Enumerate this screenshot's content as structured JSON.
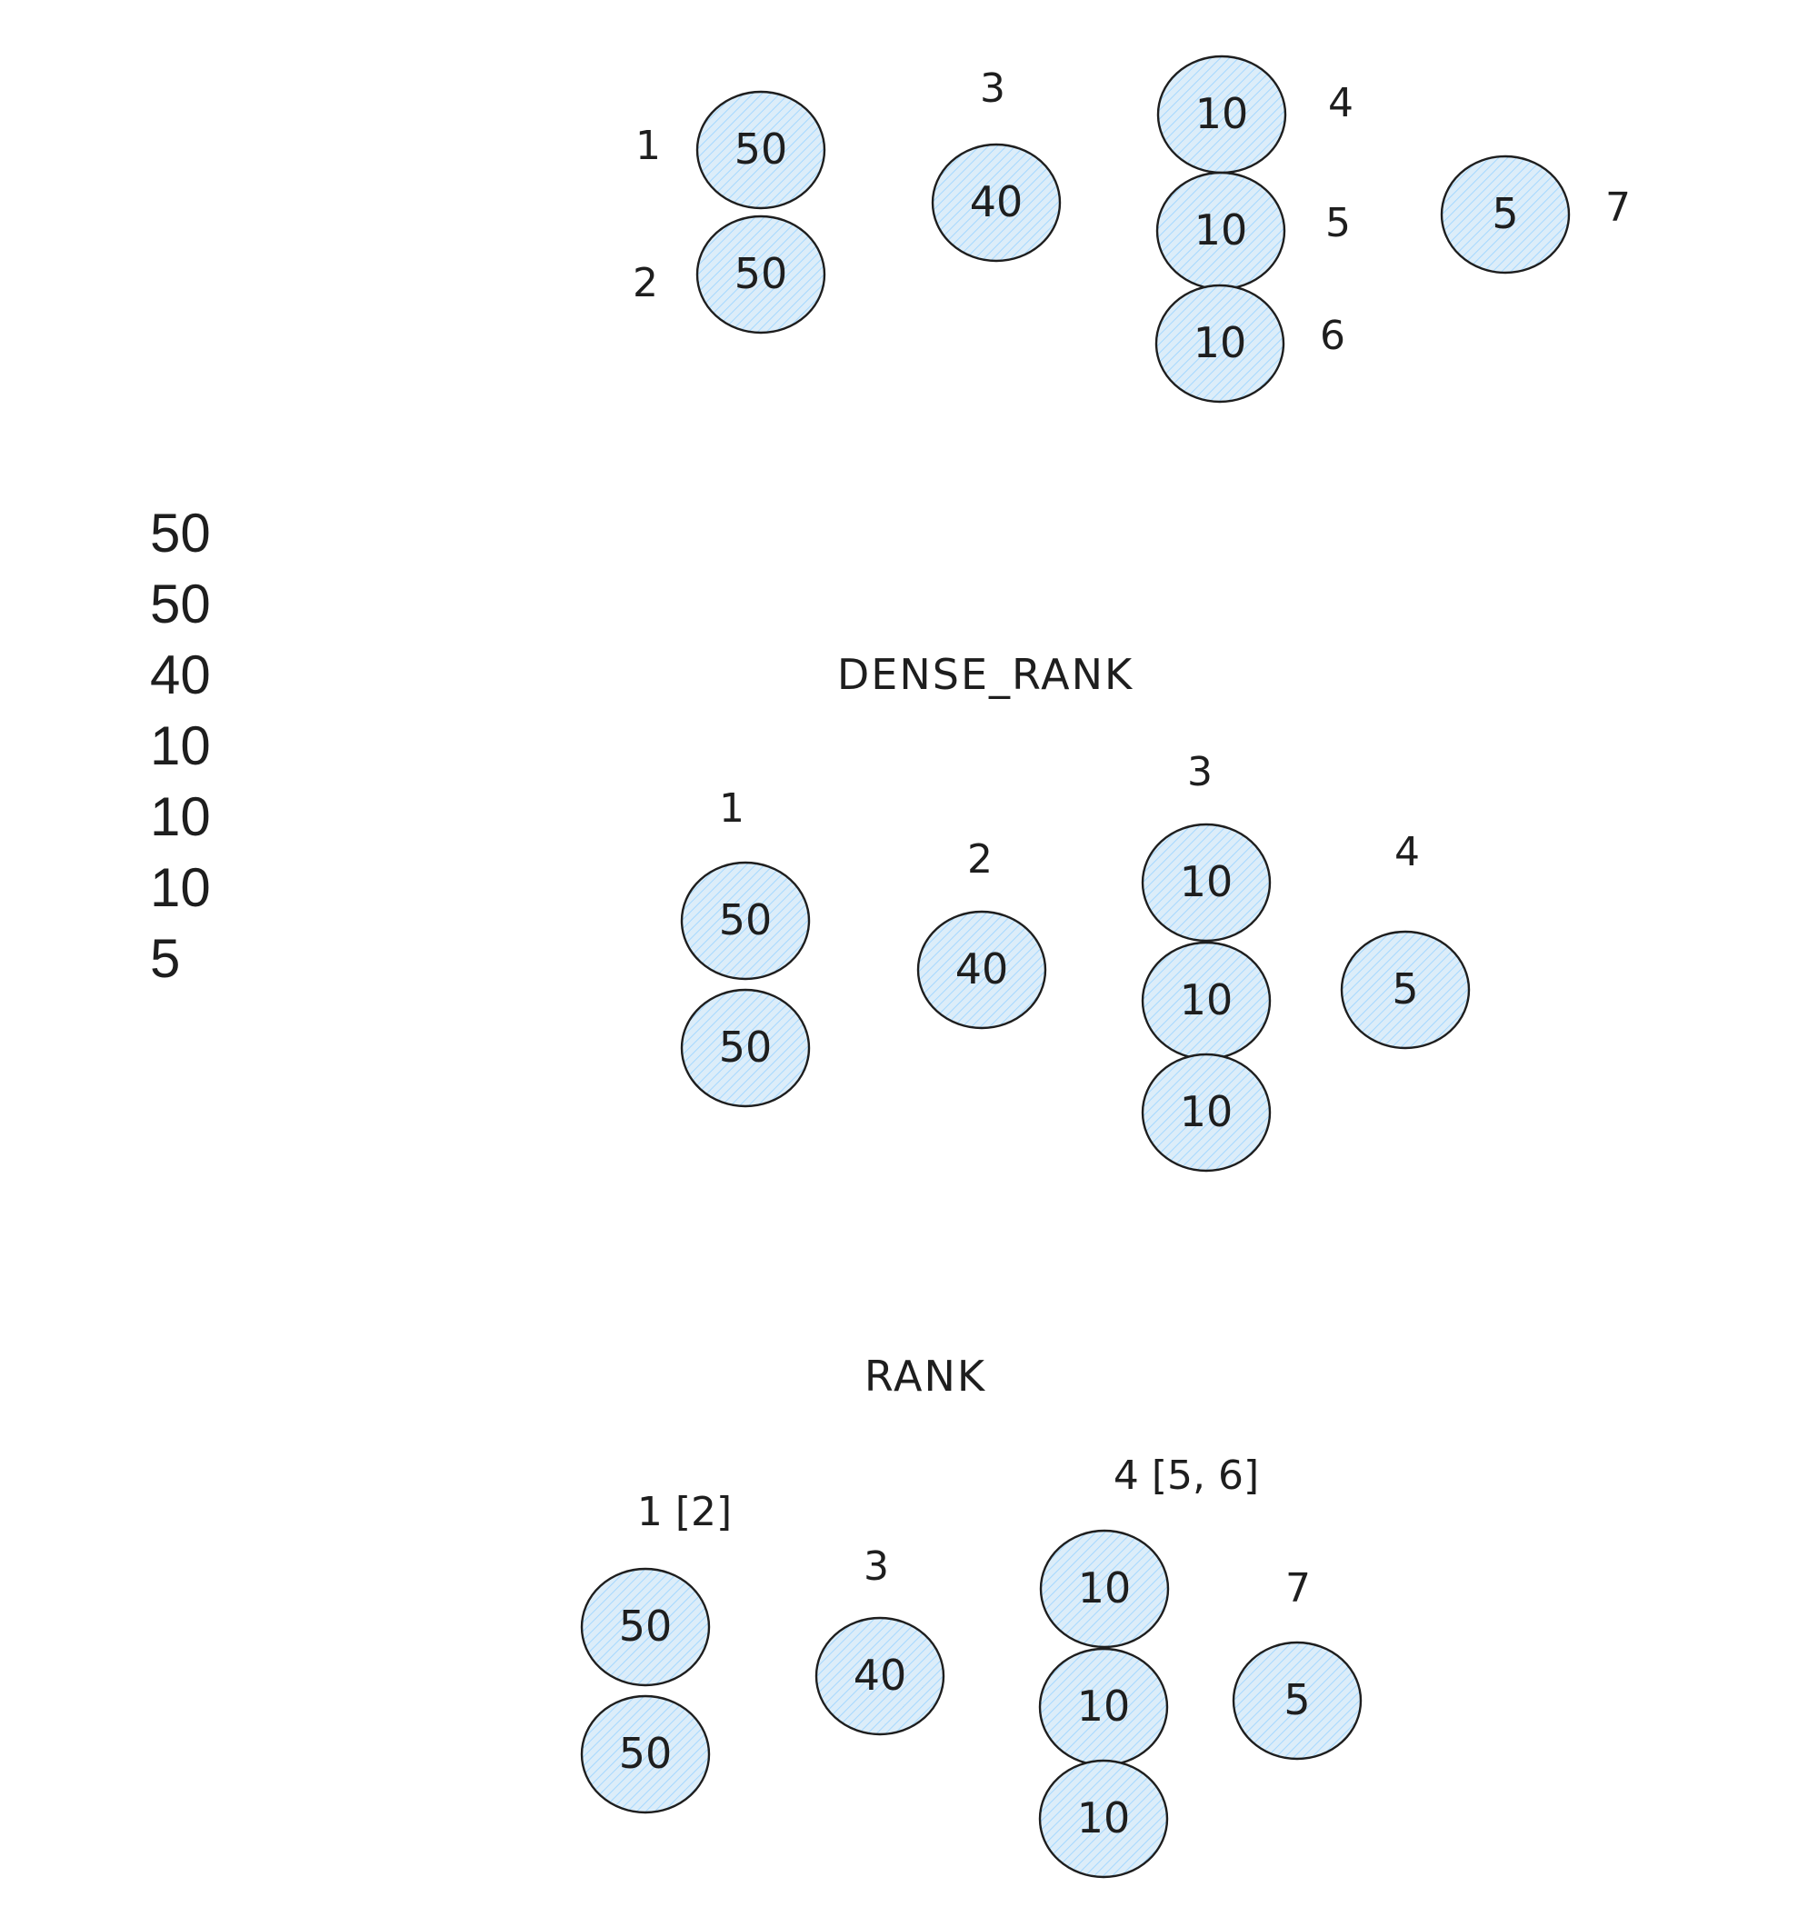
{
  "values": [
    "50",
    "50",
    "40",
    "10",
    "10",
    "10",
    "5"
  ],
  "colors": {
    "circle_fill": "#d8ecf8",
    "hatch": "#a5d8ff",
    "stroke": "#1e1e1e"
  },
  "top": {
    "circles": [
      "50",
      "50",
      "40",
      "10",
      "10",
      "10",
      "5"
    ],
    "labels": [
      "1",
      "2",
      "3",
      "4",
      "5",
      "6",
      "7"
    ]
  },
  "dense_rank": {
    "title": "DENSE_RANK",
    "circles": [
      "50",
      "50",
      "40",
      "10",
      "10",
      "10",
      "5"
    ],
    "labels": [
      "1",
      "2",
      "3",
      "4"
    ]
  },
  "rank": {
    "title": "RANK",
    "circles": [
      "50",
      "50",
      "40",
      "10",
      "10",
      "10",
      "5"
    ],
    "labels": [
      "1 [2]",
      "3",
      "4 [5, 6]",
      "7"
    ]
  }
}
